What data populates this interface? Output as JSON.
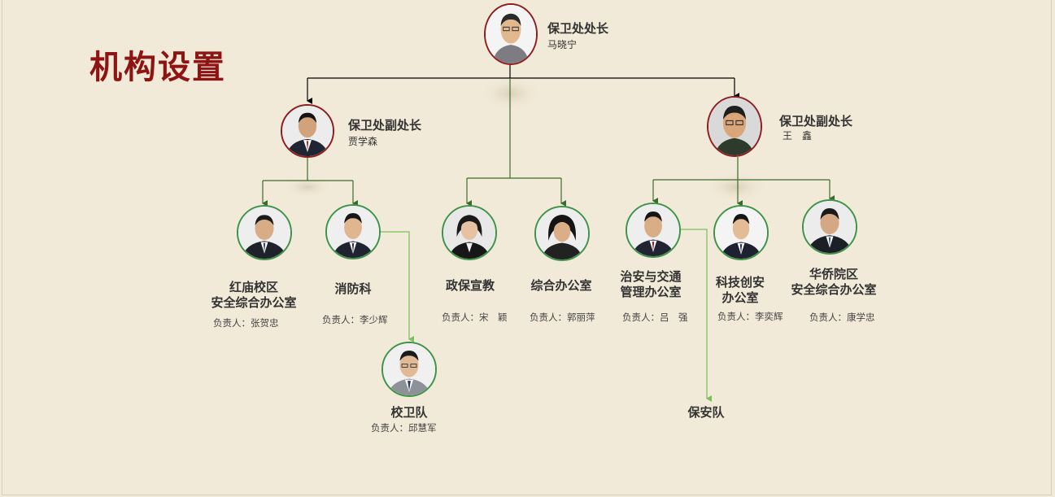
{
  "page_title": "机构设置",
  "director": {
    "title": "保卫处处长",
    "name": "马晓宁"
  },
  "deputies": [
    {
      "title": "保卫处副处长",
      "name": "贾学森"
    },
    {
      "title": "保卫处副处长",
      "name": "王　鑫"
    }
  ],
  "units": [
    {
      "name_line1": "红庙校区",
      "name_line2": "安全综合办公室",
      "person": "负责人：张贺忠"
    },
    {
      "name_line1": "消防科",
      "name_line2": "",
      "person": "负责人：李少辉"
    },
    {
      "name_line1": "政保宣教",
      "name_line2": "",
      "person": "负责人：宋　颖"
    },
    {
      "name_line1": "综合办公室",
      "name_line2": "",
      "person": "负责人：郭丽萍"
    },
    {
      "name_line1": "治安与交通",
      "name_line2": "管理办公室",
      "person": "负责人：吕　强"
    },
    {
      "name_line1": "科技创安",
      "name_line2": "办公室",
      "person": "负责人：李奕辉"
    },
    {
      "name_line1": "华侨院区",
      "name_line2": "安全综合办公室",
      "person": "负责人：康学忠"
    }
  ],
  "subunits": [
    {
      "name": "校卫队",
      "person": "负责人：邱慧军"
    },
    {
      "name": "保安队"
    }
  ],
  "colors": {
    "title_red": "#8e1414",
    "leader_border": "#8e1e1e",
    "unit_border": "#3f9347",
    "connector_dark": "#000000",
    "connector_green": "#3b6b2a",
    "connector_light_green": "#7cbf5a"
  }
}
